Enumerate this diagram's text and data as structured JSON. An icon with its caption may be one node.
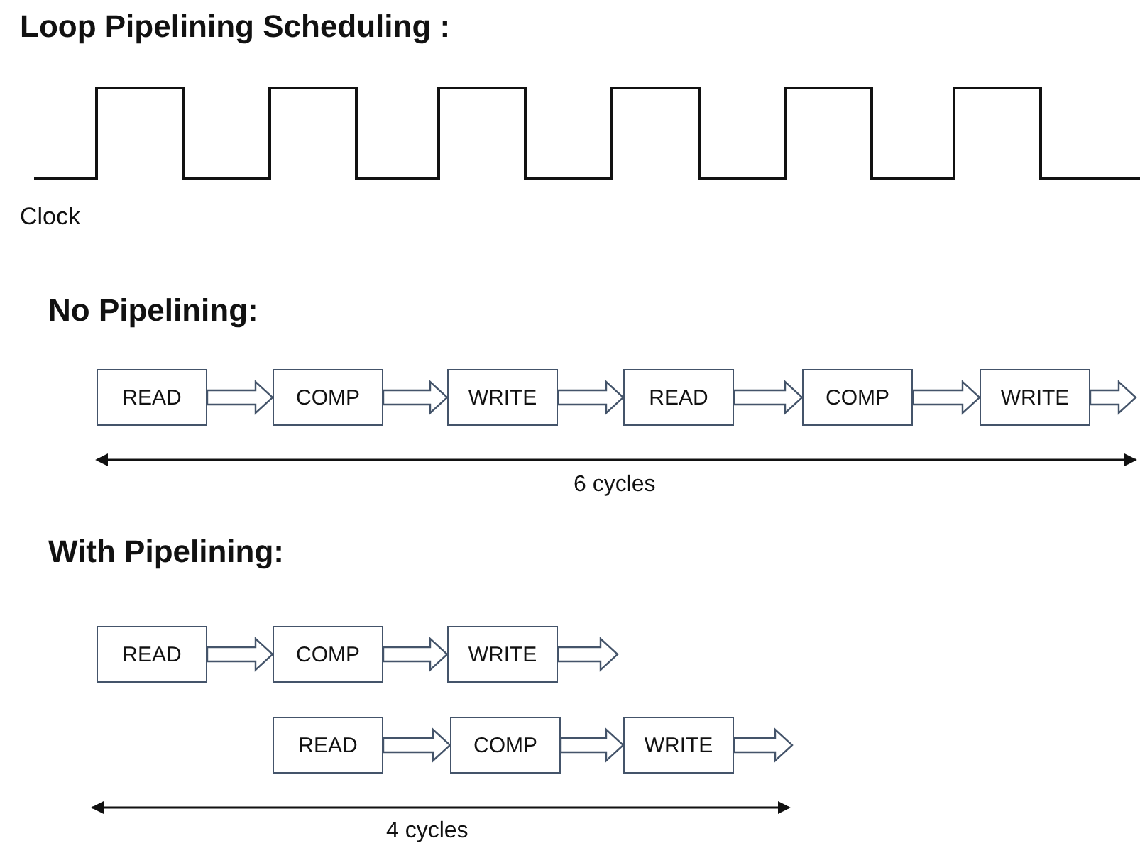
{
  "diagram": {
    "title": "Loop Pipelining Scheduling :",
    "nodes": [
      {
        "text": [
          "READ"
        ]
      },
      {
        "text": [
          "COMP"
        ]
      },
      {
        "text": [
          "WRITE"
        ]
      },
      {
        "text": [
          "READ"
        ]
      },
      {
        "text": [
          "COMP"
        ]
      },
      {
        "text": [
          "WRITE"
        ]
      },
      {
        "text": [
          "READ"
        ]
      },
      {
        "text": [
          "COMP"
        ]
      },
      {
        "text": [
          "WRITE"
        ]
      },
      {
        "text": [
          "READ"
        ]
      },
      {
        "text": [
          "COMP"
        ]
      },
      {
        "text": [
          "WRITE"
        ]
      }
    ],
    "edges": [
      {
        "from": 0,
        "to": 1,
        "arrow": "to"
      },
      {
        "from": 1,
        "to": 2,
        "arrow": "to"
      },
      {
        "from": 2,
        "to": 3,
        "arrow": "to"
      },
      {
        "from": 3,
        "to": 4,
        "arrow": "to"
      },
      {
        "from": 4,
        "to": 5,
        "arrow": "to"
      },
      {
        "from": 5,
        "to": null,
        "arrow": "to"
      },
      {
        "from": 6,
        "to": 7,
        "arrow": "to"
      },
      {
        "from": 7,
        "to": 8,
        "arrow": "to"
      },
      {
        "from": 8,
        "to": null,
        "arrow": "to"
      },
      {
        "from": 9,
        "to": 10,
        "arrow": "to"
      },
      {
        "from": 10,
        "to": 11,
        "arrow": "to"
      },
      {
        "from": 11,
        "to": null,
        "arrow": "to"
      }
    ],
    "labels": [
      "Clock",
      "No Pipelining:",
      "6 cycles",
      "With Pipelining:",
      "4 cycles"
    ]
  }
}
